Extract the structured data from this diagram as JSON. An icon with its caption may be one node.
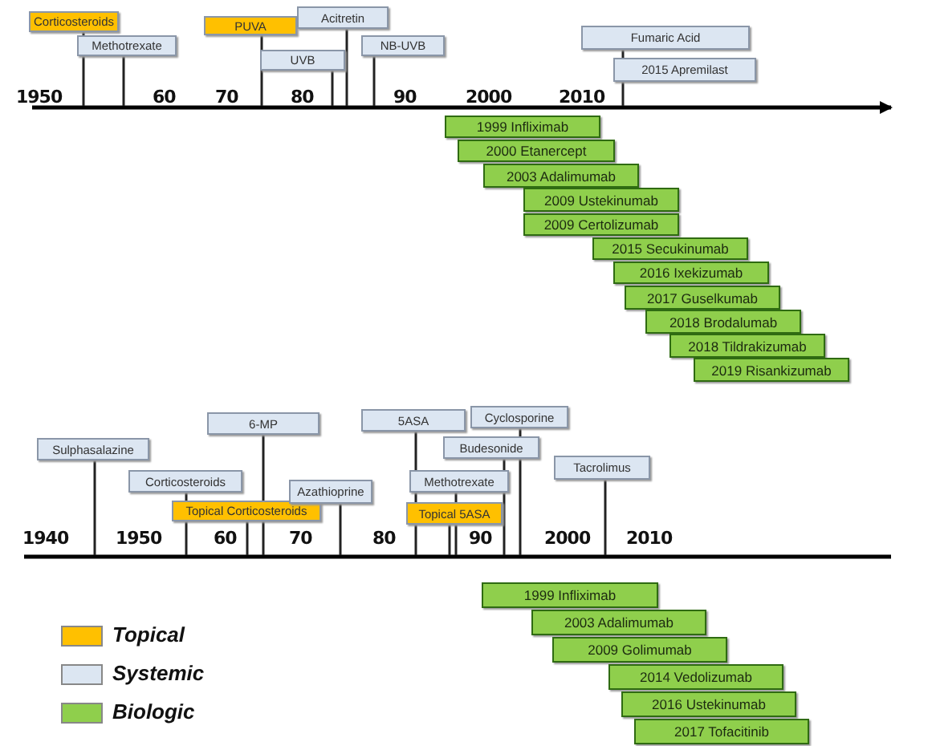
{
  "diagram": {
    "nodes": [
      {
        "text": [
          "Corticosteroids"
        ]
      },
      {
        "text": [
          "Methotrexate"
        ]
      },
      {
        "text": [
          "PUVA"
        ]
      },
      {
        "text": [
          "Acitretin"
        ]
      },
      {
        "text": [
          "UVB"
        ]
      },
      {
        "text": [
          "NB-UVB"
        ]
      },
      {
        "text": [
          "Fumaric Acid"
        ]
      },
      {
        "text": [
          "2015 Apremilast"
        ]
      },
      {
        "text": [
          "1999 Infliximab"
        ]
      },
      {
        "text": [
          "2000 Etanercept"
        ]
      },
      {
        "text": [
          "2003 Adalimumab"
        ]
      },
      {
        "text": [
          "2009 Ustekinumab"
        ]
      },
      {
        "text": [
          "2009 Certolizumab"
        ]
      },
      {
        "text": [
          "2015 Secukinumab"
        ]
      },
      {
        "text": [
          "2016 Ixekizumab"
        ]
      },
      {
        "text": [
          "2017 Guselkumab"
        ]
      },
      {
        "text": [
          "2018 Brodalumab"
        ]
      },
      {
        "text": [
          "2018 Tildrakizumab"
        ]
      },
      {
        "text": [
          "2019 Risankizumab"
        ]
      },
      {
        "text": [
          "Sulphasalazine"
        ]
      },
      {
        "text": [
          "Corticosteroids"
        ]
      },
      {
        "text": [
          "6-MP"
        ]
      },
      {
        "text": [
          "Topical Corticosteroids"
        ]
      },
      {
        "text": [
          "Azathioprine"
        ]
      },
      {
        "text": [
          "5ASA"
        ]
      },
      {
        "text": [
          "Cyclosporine"
        ]
      },
      {
        "text": [
          "Budesonide"
        ]
      },
      {
        "text": [
          "Methotrexate"
        ]
      },
      {
        "text": [
          "Topical 5ASA"
        ]
      },
      {
        "text": [
          "Tacrolimus"
        ]
      },
      {
        "text": [
          "1999 Infliximab"
        ]
      },
      {
        "text": [
          "2003 Adalimumab"
        ]
      },
      {
        "text": [
          "2009 Golimumab"
        ]
      },
      {
        "text": [
          "2014 Vedolizumab"
        ]
      },
      {
        "text": [
          "2016 Ustekinumab"
        ]
      },
      {
        "text": [
          "2017 Tofacitinib"
        ]
      }
    ],
    "edges": [
      {
        "from": 0,
        "to": null,
        "arrow": "none"
      },
      {
        "from": 1,
        "to": null,
        "arrow": "none"
      },
      {
        "from": 2,
        "to": null,
        "arrow": "none"
      },
      {
        "from": 3,
        "to": null,
        "arrow": "none"
      },
      {
        "from": 4,
        "to": null,
        "arrow": "none"
      },
      {
        "from": 5,
        "to": null,
        "arrow": "none"
      },
      {
        "from": 6,
        "to": null,
        "arrow": "none"
      },
      {
        "from": 19,
        "to": null,
        "arrow": "none"
      },
      {
        "from": 20,
        "to": null,
        "arrow": "none"
      },
      {
        "from": 21,
        "to": null,
        "arrow": "none"
      },
      {
        "from": 22,
        "to": null,
        "arrow": "none"
      },
      {
        "from": 23,
        "to": null,
        "arrow": "none"
      },
      {
        "from": 24,
        "to": null,
        "arrow": "none"
      },
      {
        "from": 25,
        "to": null,
        "arrow": "none"
      },
      {
        "from": 26,
        "to": null,
        "arrow": "none"
      },
      {
        "from": 27,
        "to": null,
        "arrow": "none"
      },
      {
        "from": 28,
        "to": null,
        "arrow": "none"
      },
      {
        "from": 29,
        "to": null,
        "arrow": "none"
      }
    ],
    "labels": [
      "1950",
      "60",
      "70",
      "80",
      "90",
      "2000",
      "2010",
      "1940",
      "1950",
      "60",
      "70",
      "80",
      "90",
      "2000",
      "2010"
    ],
    "legend": [
      {
        "text": "Topical",
        "color": "#ffc000"
      },
      {
        "text": "Systemic",
        "color": "#dce6f2"
      },
      {
        "text": "Biologic",
        "color": "#8fcf4c"
      }
    ]
  }
}
